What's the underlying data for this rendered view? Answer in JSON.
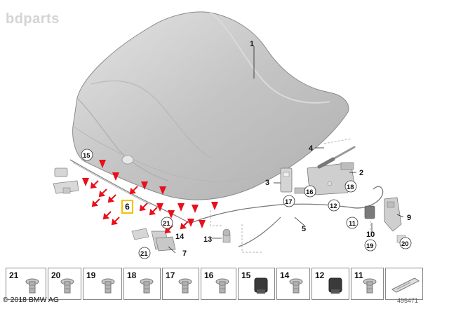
{
  "watermark": "bdparts",
  "copyright": "© 2018 BMW AG",
  "diagram_id": "495471",
  "highlighted_part": "6",
  "callouts": {
    "c1": "1",
    "c2": "2",
    "c3": "3",
    "c4": "4",
    "c5": "5",
    "c7": "7",
    "c9": "9",
    "c10": "10",
    "c13": "13",
    "c14": "14"
  },
  "circled": {
    "q15": "15",
    "q16": "16",
    "q18": "18",
    "q17": "17",
    "q12": "12",
    "q11": "11",
    "q19": "19",
    "q20": "20",
    "q21a": "21",
    "q21b": "21"
  },
  "strip": [
    "21",
    "20",
    "19",
    "18",
    "17",
    "16",
    "15",
    "14",
    "12",
    "11"
  ],
  "colors": {
    "arrow_red": "#e8101a",
    "highlight": "#f2c200",
    "hood": "#c9c9c9"
  }
}
